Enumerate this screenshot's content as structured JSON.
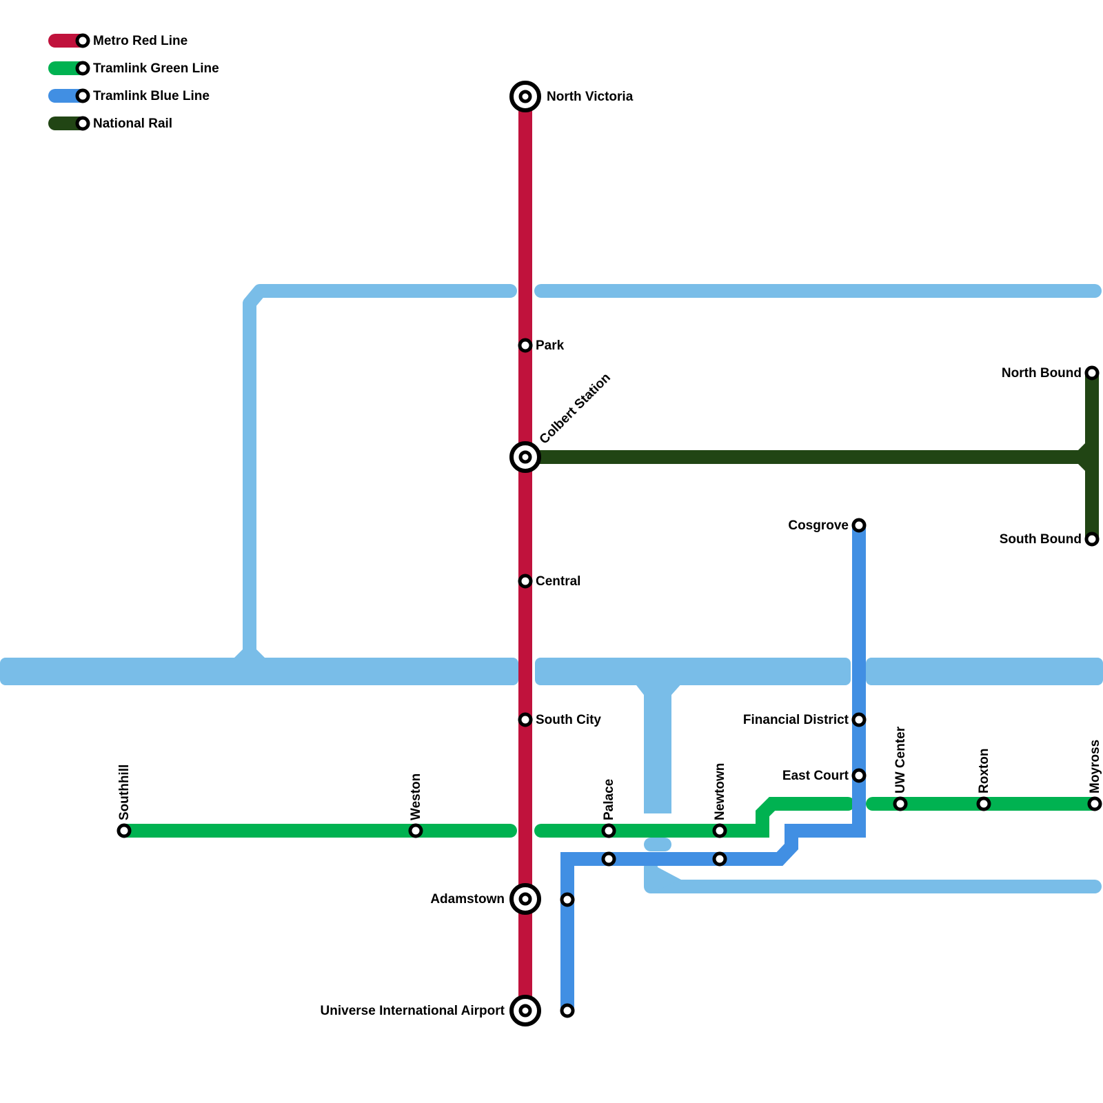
{
  "colors": {
    "red": "#C0123C",
    "green": "#00B251",
    "blue": "#418FE3",
    "rail": "#214514",
    "water": "#79BDE8",
    "station_outline": "#000000",
    "station_fill": "#FFFFFF",
    "background": "#FFFFFF"
  },
  "legend": [
    {
      "id": "red",
      "label": "Metro Red Line"
    },
    {
      "id": "green",
      "label": "Tramlink Green Line"
    },
    {
      "id": "blue",
      "label": "Tramlink Blue Line"
    },
    {
      "id": "rail",
      "label": "National Rail"
    }
  ],
  "stations": {
    "north_victoria": {
      "label": "North Victoria",
      "type": "interchange",
      "line": "red"
    },
    "park": {
      "label": "Park",
      "type": "stop",
      "line": "red"
    },
    "colbert_station": {
      "label": "Colbert Station",
      "type": "interchange",
      "line": "red,rail"
    },
    "central": {
      "label": "Central",
      "type": "stop",
      "line": "red"
    },
    "south_city": {
      "label": "South City",
      "type": "stop",
      "line": "red"
    },
    "adamstown": {
      "label": "Adamstown",
      "type": "interchange",
      "line": "red"
    },
    "universe_international_airport": {
      "label": "Universe International Airport",
      "type": "interchange",
      "line": "red"
    },
    "north_bound": {
      "label": "North Bound",
      "type": "stop",
      "line": "rail"
    },
    "south_bound": {
      "label": "South Bound",
      "type": "stop",
      "line": "rail"
    },
    "cosgrove": {
      "label": "Cosgrove",
      "type": "stop",
      "line": "blue"
    },
    "financial_district": {
      "label": "Financial District",
      "type": "stop",
      "line": "blue"
    },
    "east_court": {
      "label": "East Court",
      "type": "stop",
      "line": "blue"
    },
    "southhill": {
      "label": "Southhill",
      "type": "stop",
      "line": "green"
    },
    "weston": {
      "label": "Weston",
      "type": "stop",
      "line": "green"
    },
    "palace": {
      "label": "Palace",
      "type": "stop",
      "line": "green"
    },
    "newtown": {
      "label": "Newtown",
      "type": "stop",
      "line": "green"
    },
    "uw_center": {
      "label": "UW Center",
      "type": "stop",
      "line": "green"
    },
    "roxton": {
      "label": "Roxton",
      "type": "stop",
      "line": "green"
    },
    "moyross": {
      "label": "Moyross",
      "type": "stop",
      "line": "green"
    },
    "blue_palace": {
      "label": "",
      "type": "stop",
      "line": "blue"
    },
    "blue_newtown": {
      "label": "",
      "type": "stop",
      "line": "blue"
    },
    "blue_south_1": {
      "label": "",
      "type": "stop",
      "line": "blue"
    },
    "blue_south_2": {
      "label": "",
      "type": "stop",
      "line": "blue"
    }
  }
}
